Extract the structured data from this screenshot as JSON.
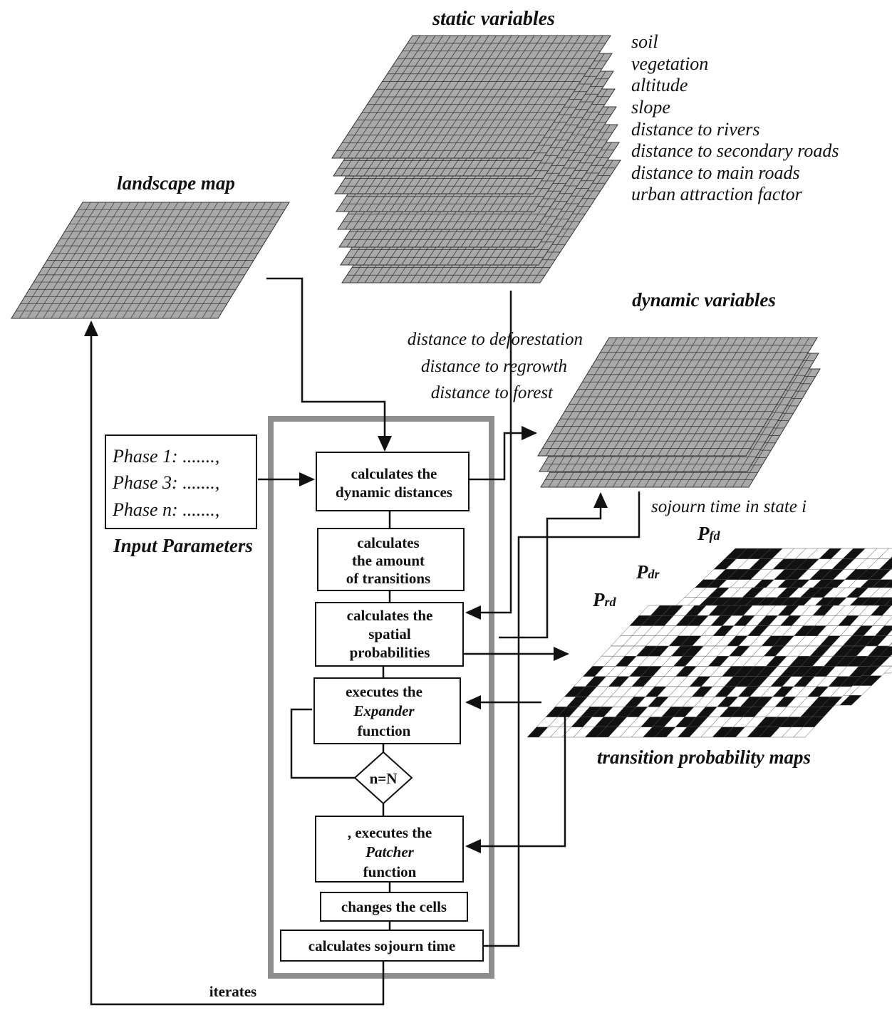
{
  "titles": {
    "static_variables": "static variables",
    "landscape_map": "landscape map",
    "dynamic_variables": "dynamic variables",
    "transition_probability_maps": "transition probability maps",
    "input_parameters": "Input Parameters"
  },
  "static_variable_list": [
    "soil",
    "vegetation",
    "altitude",
    "slope",
    "distance to rivers",
    "distance to secondary roads",
    "distance to main roads",
    "urban attraction factor"
  ],
  "dynamic_variable_list": [
    "distance to deforestation",
    "distance to regrowth",
    "distance to forest"
  ],
  "sojourn_label": "sojourn time in state i",
  "input_phases": [
    "Phase 1: .......,",
    "Phase 3: .......,",
    "Phase n: .......,"
  ],
  "prob_labels": {
    "pfd": {
      "main": "P",
      "sub": "fd"
    },
    "pdr": {
      "main": "P",
      "sub": "dr"
    },
    "prd": {
      "main": "P",
      "sub": "rd"
    }
  },
  "process_steps": {
    "dynamic_distances": [
      "calculates the",
      "dynamic distances"
    ],
    "amount_transitions": [
      "calculates",
      "the amount",
      "of transitions"
    ],
    "spatial_probabilities": [
      "calculates the",
      "spatial",
      "probabilities"
    ],
    "expander": [
      "executes the",
      "Expander",
      "function"
    ],
    "decision": "n=N",
    "patcher": [
      ", executes the",
      "Patcher",
      "function"
    ],
    "change_cells": "changes the cells",
    "sojourn_time": "calculates sojourn time"
  },
  "iterates_label": "iterates",
  "colors": {
    "grid_fill": "#a9a9a9",
    "frame_border": "#8e8e8e",
    "cell_dark": "#111111",
    "cell_light": "#ffffff"
  }
}
